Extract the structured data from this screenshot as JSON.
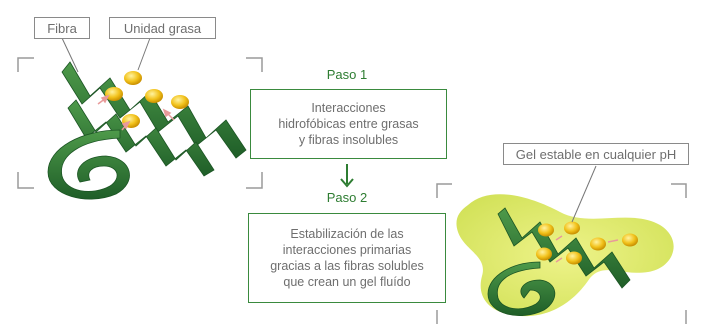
{
  "labels": {
    "fiber": "Fibra",
    "fat_unit": "Unidad grasa",
    "gel": "Gel estable en cualquier pH"
  },
  "steps": [
    {
      "title": "Paso 1",
      "lines": [
        "Interacciones",
        "hidrofóbicas entre grasas",
        "y fibras insolubles"
      ]
    },
    {
      "title": "Paso 2",
      "lines": [
        "Estabilización de las",
        "interacciones primarias",
        "gracias a las fibras solubles",
        "que crean un gel fluído"
      ]
    }
  ],
  "colors": {
    "accent_green": "#2e7d32",
    "fiber_green": "#2f7d3a",
    "fat_yellow": "#f2c21b",
    "gel_yellow": "#dfe96a"
  }
}
